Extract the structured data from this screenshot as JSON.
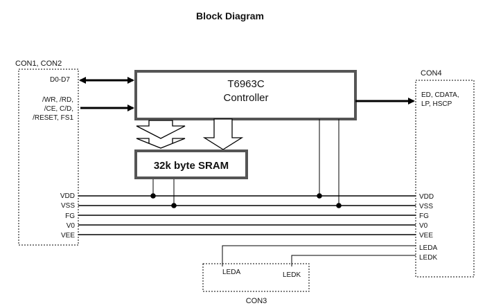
{
  "title": "Block Diagram",
  "con12": {
    "label": "CON1, CON2",
    "data_bus": "D0-D7",
    "ctrl_lines": [
      "/WR, /RD,",
      "/CE, C/D,",
      "/RESET, FS1"
    ],
    "pins": [
      "VDD",
      "VSS",
      "FG",
      "V0",
      "VEE"
    ]
  },
  "controller": {
    "line1": "T6963C",
    "line2": "Controller"
  },
  "sram": {
    "label": "32k byte SRAM"
  },
  "con4": {
    "label": "CON4",
    "signals": [
      "ED, CDATA,",
      "LP, HSCP"
    ],
    "pins": [
      "VDD",
      "VSS",
      "FG",
      "V0",
      "VEE",
      "LEDA",
      "LEDK"
    ]
  },
  "con3": {
    "label": "CON3",
    "pins": [
      "LEDA",
      "LEDK"
    ]
  },
  "colors": {
    "stroke": "#000000",
    "background": "#ffffff"
  }
}
